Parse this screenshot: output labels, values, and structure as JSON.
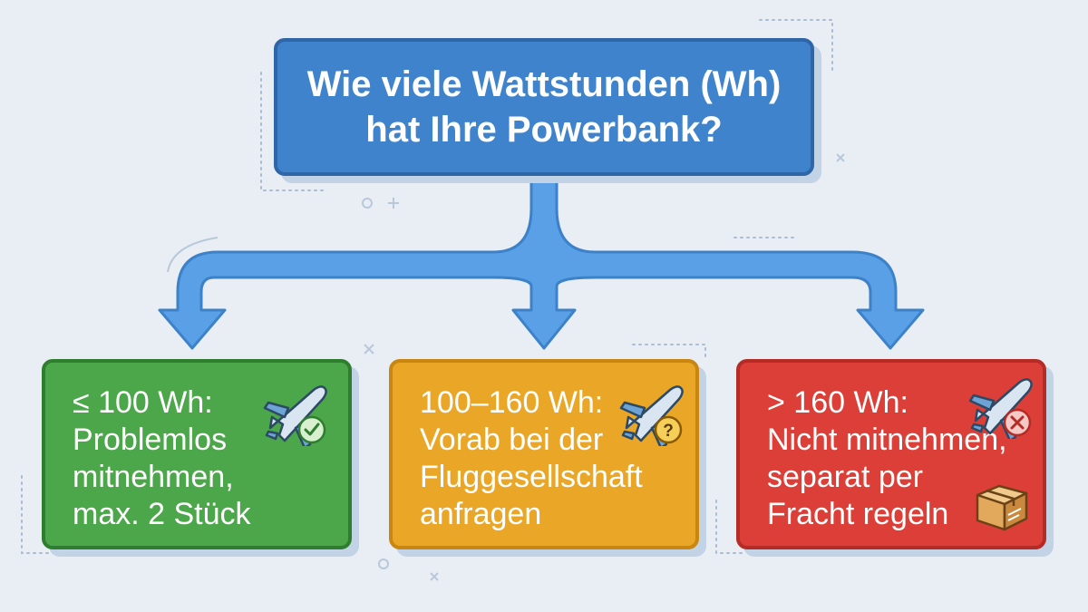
{
  "question": {
    "line1": "Wie viele Wattstunden (Wh)",
    "line2": "hat Ihre Powerbank?"
  },
  "options": [
    {
      "id": "low",
      "color": "#4ca64a",
      "lines": [
        "≤ 100 Wh:",
        "Problemlos",
        "mitnehmen,",
        "max. 2 Stück"
      ],
      "icon": "airplane-check-icon"
    },
    {
      "id": "mid",
      "color": "#eaa626",
      "lines": [
        "100–160 Wh:",
        "Vorab bei der",
        "Fluggesellschaft",
        "anfragen"
      ],
      "icon": "airplane-question-icon"
    },
    {
      "id": "high",
      "color": "#db3f37",
      "lines": [
        "> 160 Wh:",
        "Nicht mitnehmen,",
        "separat per",
        "Fracht regeln"
      ],
      "icon": "airplane-cross-icon",
      "extra_icon": "cargo-box-icon"
    }
  ],
  "colors": {
    "question_fill": "#3f83cc",
    "arrow": "#59a0e6",
    "background": "#e9eef5"
  }
}
